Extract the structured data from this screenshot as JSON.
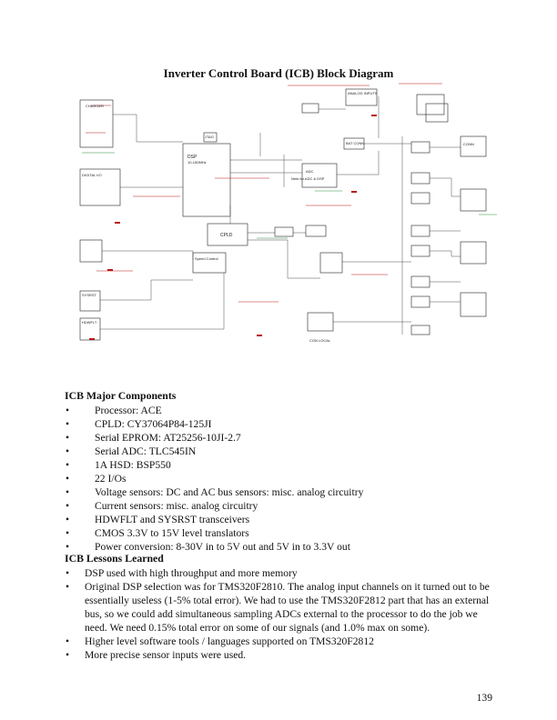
{
  "page": {
    "title": "Inverter Control Board (ICB) Block Diagram",
    "page_number": "139"
  },
  "diagram": {
    "labels": {
      "dsp": "DSP",
      "dsp_freq": "10-150MHz",
      "cpld": "CPLD",
      "jtag": "JTAG",
      "adc": "ADC",
      "bat_conn": "BAT CONN",
      "conn": "CONN",
      "charger": "CHARGER",
      "speed_control": "Speed Control",
      "digital_io": "DIGITAL I/O",
      "con_local": "CON LOCAL",
      "analog_inputs": "ANALOG INPUTS",
      "note": "Nets for ADC & DSP",
      "hdwflt": "HDWFLT",
      "sysrst": "SYSRST"
    }
  },
  "components": {
    "heading": "ICB Major Components",
    "items": [
      "Processor:  ACE",
      "CPLD:  CY37064P84-125JI",
      "Serial EPROM:  AT25256-10JI-2.7",
      "Serial ADC:  TLC545IN",
      "1A HSD:  BSP550",
      "22 I/Os",
      "Voltage sensors:  DC and AC bus sensors:  misc. analog circuitry",
      "Current sensors:  misc. analog circuitry",
      "HDWFLT and SYSRST transceivers",
      "CMOS 3.3V to 15V level translators",
      "Power conversion:  8-30V in to 5V out   and  5V in to 3.3V out"
    ]
  },
  "lessons": {
    "heading": "ICB Lessons Learned",
    "items": [
      "DSP used with high throughput and more memory",
      "Original DSP selection was for TMS320F2810.  The analog input channels on it turned out to be essentially useless (1-5% total error).  We had to use the TMS320F2812 part that has an external bus, so we could add simultaneous sampling ADCs external to the processor to do the job we need.  We need 0.15% total error on some of our signals (and 1.0% max on some).",
      "Higher level software tools / languages supported on TMS320F2812",
      "More precise sensor inputs were used."
    ]
  }
}
